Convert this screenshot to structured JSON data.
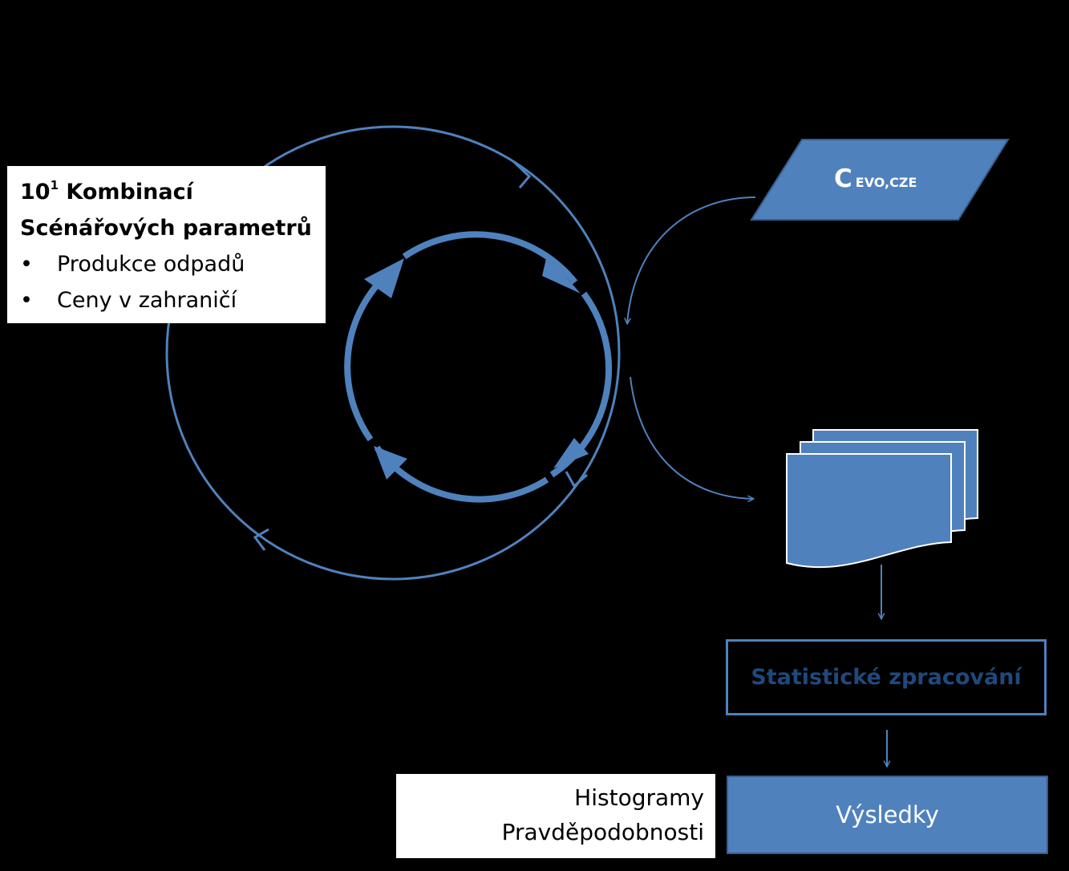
{
  "info_box": {
    "title_number": "10",
    "title_exponent": "1",
    "title_text": " Kombinací",
    "title_line2": "Scénářových parametrů",
    "bullet_glyph": "•",
    "bullets": [
      "Produkce odpadů",
      "Ceny v zahraničí"
    ]
  },
  "parameter": {
    "symbol": "C",
    "subscript": "EVO,CZE"
  },
  "statistics": {
    "label": "Statistické zpracování"
  },
  "results": {
    "label": "Výsledky"
  },
  "outputs": {
    "lines": [
      "Histogramy",
      "Pravděpodobnosti"
    ]
  },
  "colors": {
    "background": "#000000",
    "accent": "#4f81bd",
    "accent_dark": "#385d8a",
    "stat_text": "#1f497d",
    "box_fill": "#ffffff"
  }
}
